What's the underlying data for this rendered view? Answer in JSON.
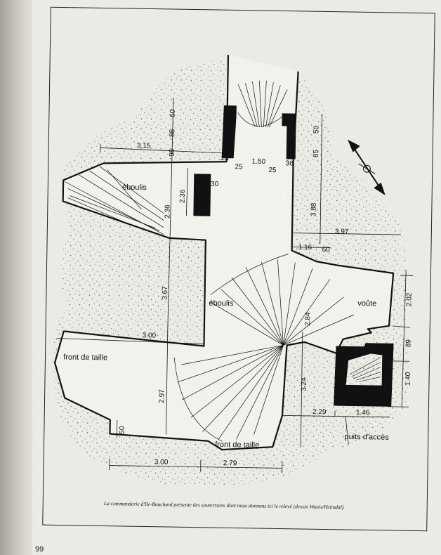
{
  "labels": {
    "eboulis_1": "éboulis",
    "eboulis_2": "éboulis",
    "voute": "voûte",
    "front_de_taille_1": "front de taille",
    "front_de_taille_2": "front de taille",
    "puits_d_acces": "puits d'accès"
  },
  "dimensions": {
    "d_60": "60",
    "d_85": "85",
    "d_95": "95",
    "d_315": "3.15",
    "d_25a": "25",
    "d_25b": "25",
    "d_150": "1.50",
    "d_25c": "25",
    "d_36": "36",
    "d_50": "50",
    "d_85b": "85",
    "d_236a": "2.36",
    "d_236b": "2.36",
    "d_30": "30",
    "d_388": "3.88",
    "d_397": "3.97",
    "d_116": "1.16",
    "d_60b": "60",
    "d_367": "3.67",
    "d_202": "2.02",
    "d_300a": "3.00",
    "d_284": "2.84",
    "d_89": "89",
    "d_324": "3.24",
    "d_140": "1.40",
    "d_297": "2.97",
    "d_229": "2.29",
    "d_146": "1.46",
    "d_50b": "50",
    "d_300b": "3.00",
    "d_279": "2.79"
  },
  "caption": "La commanderie d'Ile-Bouchard présente des souterrains dont nous donnons ici le relevé (dessin Wanis/Heimdal).",
  "page_number": "99",
  "colors": {
    "ink": "#111111",
    "paper": "#eceae4",
    "background": "#b9b6ae"
  },
  "icons": {
    "north_arrow": "compass-arrow-icon"
  }
}
